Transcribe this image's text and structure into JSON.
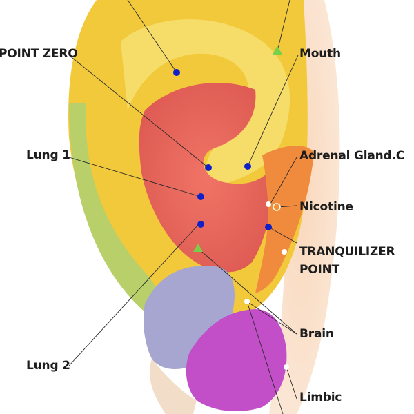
{
  "labels": {
    "point_zero": "POINT ZERO",
    "lung1": "Lung 1",
    "lung2": "Lung 2",
    "mouth": "Mouth",
    "adrenal": "Adrenal Gland.C",
    "nicotine": "Nicotine",
    "tranquilizer_line1": "TRANQUILIZER",
    "tranquilizer_line2": "POINT",
    "brain": "Brain",
    "limbic": "Limbic"
  },
  "colors": {
    "helix_yellow": "#f2c93b",
    "inner_yellow": "#f6dd6a",
    "concha_red": "#e9655a",
    "antitragus_orange": "#f08a3c",
    "peach_cheek": "#f7c9a7",
    "green_strip": "#b9cf6a",
    "lobe_lavender": "#a6a6d1",
    "lobe_magenta": "#c24fc8",
    "point_blue": "#1020c8",
    "point_white": "#ffffff",
    "point_green": "#78cf4a",
    "point_orange": "#f19232",
    "line": "#2a2a2a"
  }
}
